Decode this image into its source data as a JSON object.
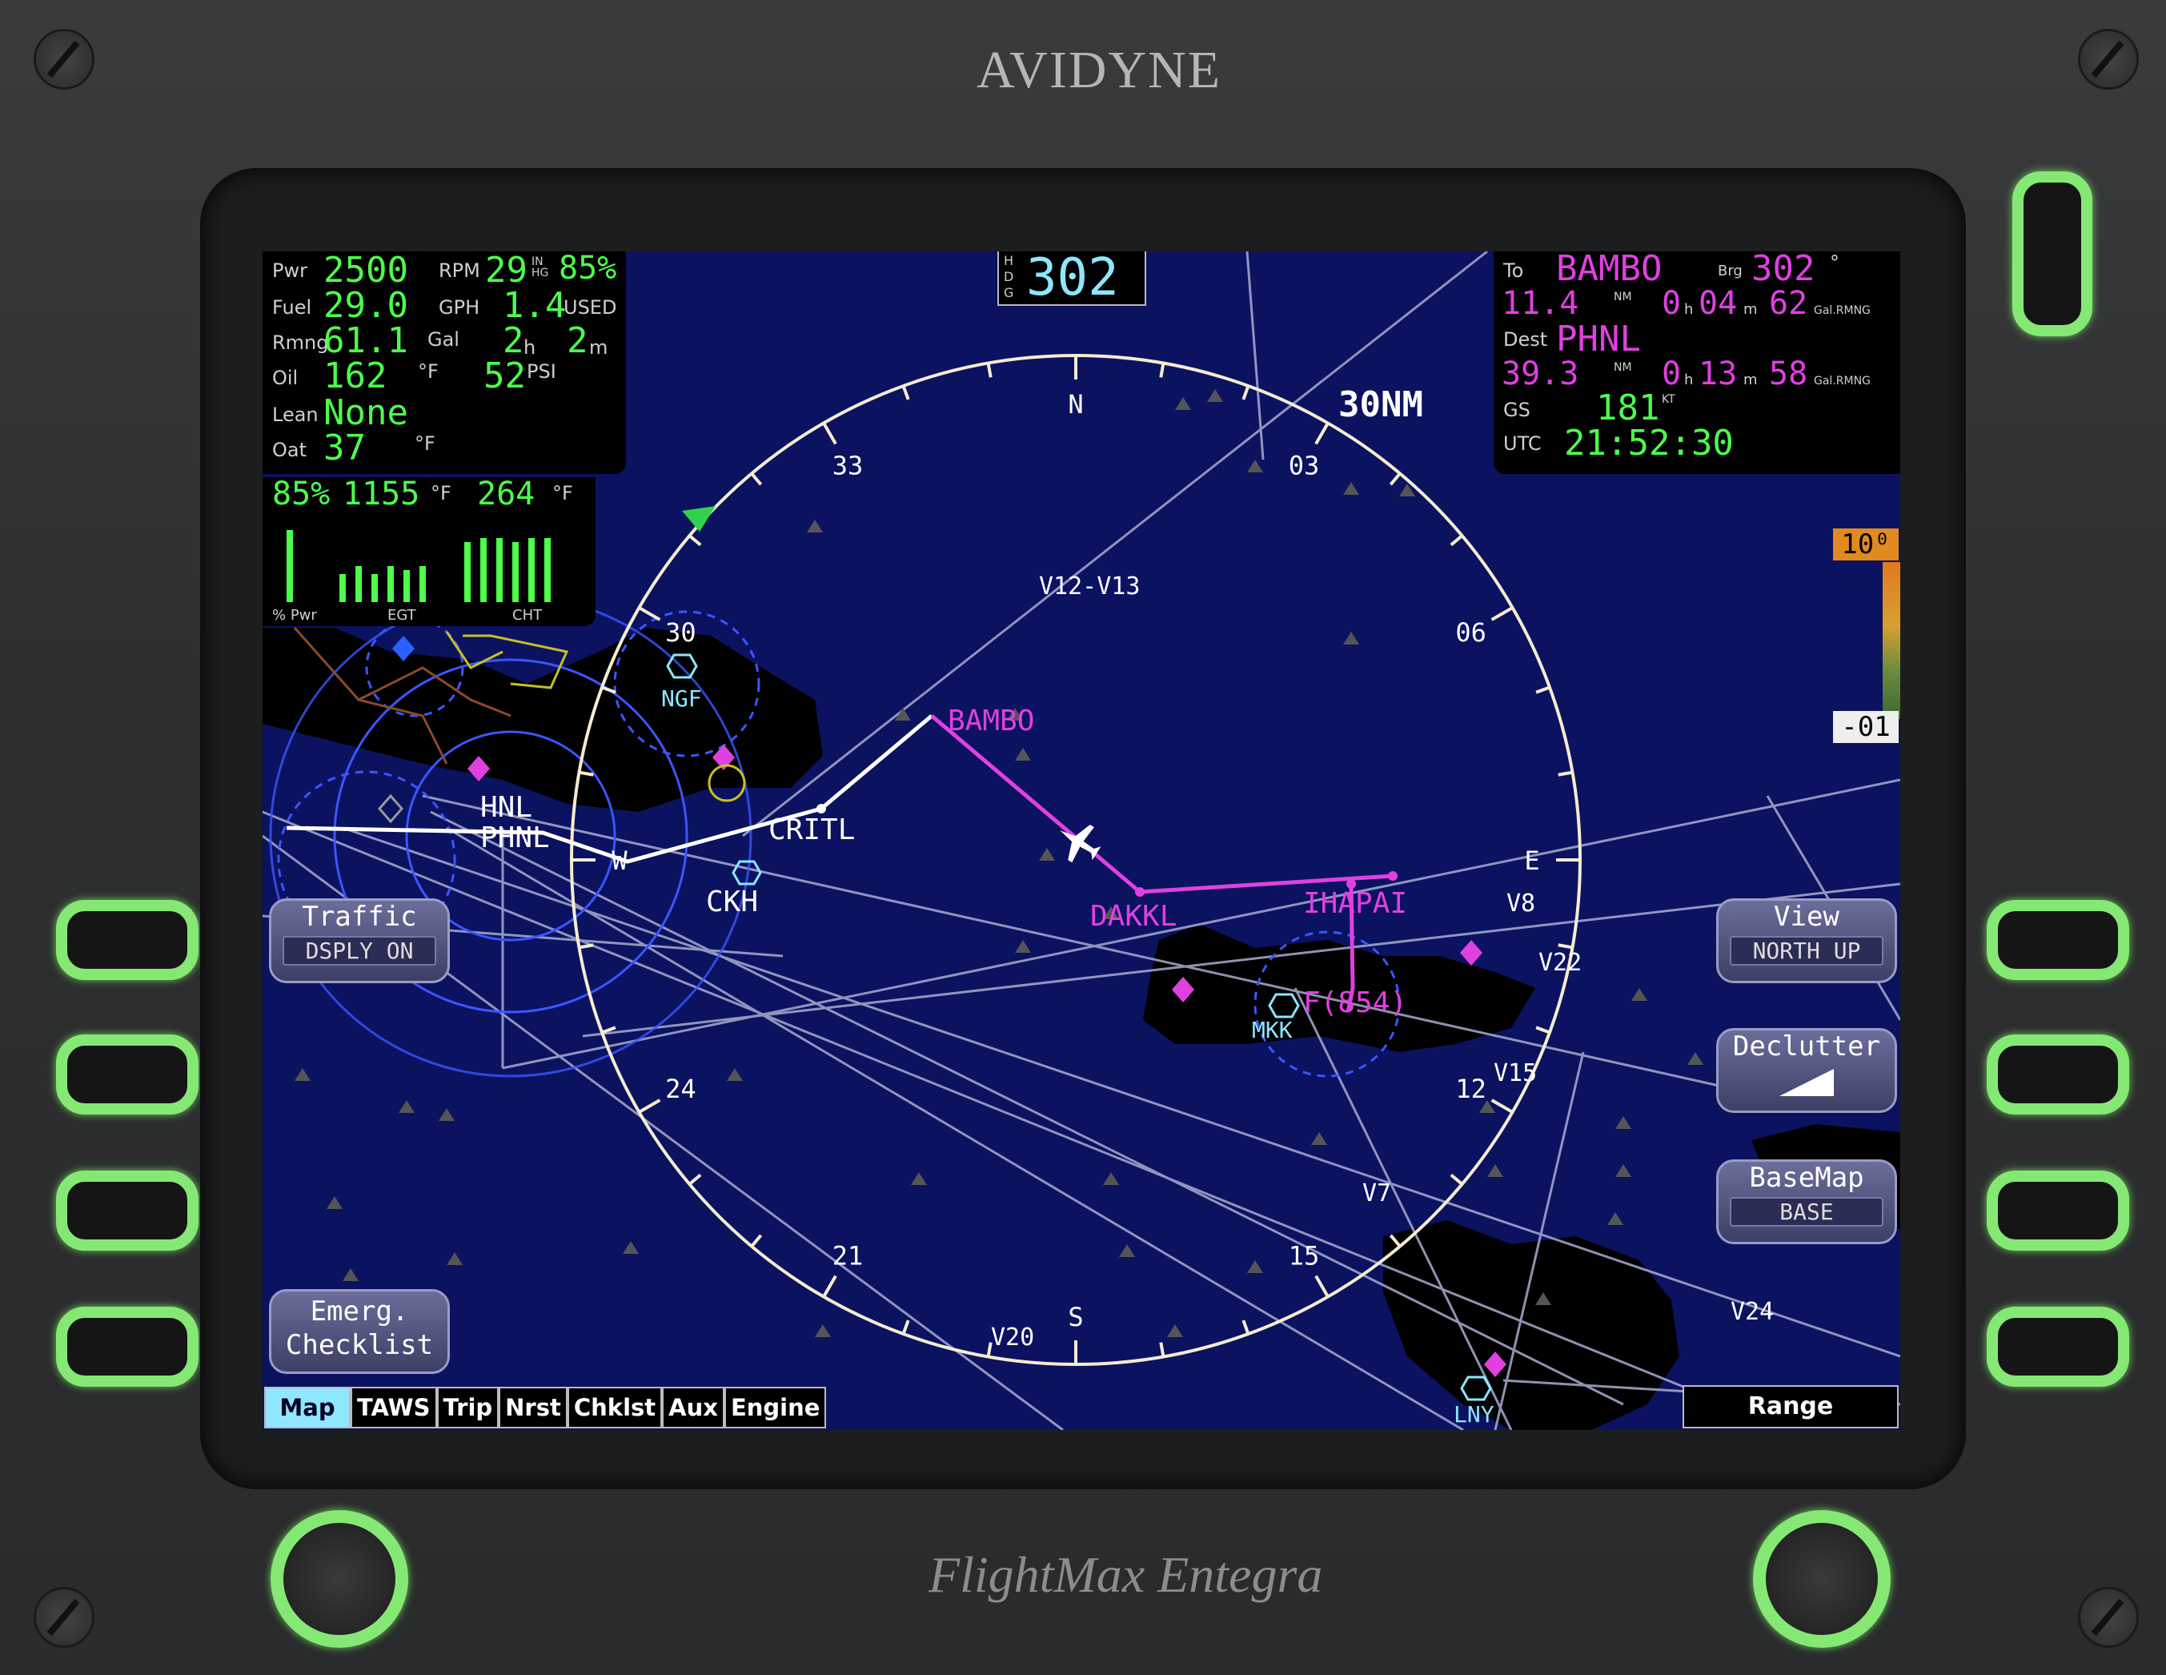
{
  "device": {
    "logo": "AVIDYNE",
    "brand": "FlightMax Entegra"
  },
  "engine": {
    "pwr_label": "Pwr",
    "pwr": "2500",
    "rpm_label": "RPM",
    "map": "29",
    "map_unit": "IN HG",
    "pwr_pct": "85%",
    "fuel_label": "Fuel",
    "fuel": "29.0",
    "gph_label": "GPH",
    "used": "1.4",
    "used_label": "USED",
    "rmng_label": "Rmng",
    "rmng": "61.1",
    "gal_label": "Gal",
    "rmng_h": "2",
    "h_label": "h",
    "rmng_m": "2",
    "m_label": "m",
    "oil_label": "Oil",
    "oil_temp": "162",
    "oil_unit": "°F",
    "oil_psi": "52",
    "psi_label": "PSI",
    "lean_label": "Lean",
    "lean": "None",
    "oat_label": "Oat",
    "oat": "37",
    "oat_unit": "°F",
    "bars_pct": "85%",
    "egt": "1155",
    "egt_unit": "°F",
    "cht": "264",
    "cht_unit": "°F",
    "bar_labels": {
      "pwr": "% Pwr",
      "egt": "EGT",
      "cht": "CHT"
    },
    "bar_levels": {
      "pwr": 0.9,
      "egt": [
        0.35,
        0.45,
        0.35,
        0.45,
        0.4,
        0.45
      ],
      "cht": [
        0.75,
        0.8,
        0.8,
        0.75,
        0.8,
        0.8
      ]
    }
  },
  "heading": {
    "label": "HDG",
    "value": "302"
  },
  "nav": {
    "to_label": "To",
    "to": "BAMBO",
    "brg_label": "Brg",
    "brg": "302",
    "deg": "°",
    "to_dist": "11.4",
    "nm_label": "NM",
    "to_h": "0",
    "h": "h",
    "to_m": "04",
    "m": "m",
    "to_fuel": "62",
    "fuel_label": "Gal.RMNG",
    "dest_label": "Dest",
    "dest": "PHNL",
    "dest_dist": "39.3",
    "dest_h": "0",
    "dest_m": "13",
    "dest_fuel": "58",
    "gs_label": "GS",
    "gs": "181",
    "kt_label": "KT",
    "utc_label": "UTC",
    "utc": "21:52:30"
  },
  "terrain_scale": {
    "top": "10⁰",
    "bottom": "-01"
  },
  "map": {
    "range_ring": "30NM",
    "compass": [
      "N",
      "03",
      "06",
      "E",
      "12",
      "15",
      "S",
      "21",
      "24",
      "W",
      "30",
      "33"
    ],
    "airways": [
      "V12-V13",
      "V8",
      "V22",
      "V15",
      "V7",
      "V24",
      "V20"
    ],
    "waypoints": {
      "bambo": "BAMBO",
      "critl": "CRITL",
      "ckh": "CKH",
      "dakkl": "DAKKL",
      "ihapai": "IHAPAI",
      "f854": "F(854)",
      "hnl": "HNL",
      "phnl": "PHNL",
      "ngf": "NGF",
      "mkk": "MKK",
      "lny": "LNY"
    }
  },
  "softkeys": {
    "traffic": {
      "label": "Traffic",
      "value": "DSPLY ON"
    },
    "checklist": {
      "line1": "Emerg.",
      "line2": "Checklist"
    },
    "view": {
      "label": "View",
      "value": "NORTH UP"
    },
    "declutter": {
      "label": "Declutter"
    },
    "basemap": {
      "label": "BaseMap",
      "value": "BASE"
    }
  },
  "tabs": [
    "Map",
    "TAWS",
    "Trip",
    "Nrst",
    "Chklst",
    "Aux",
    "Engine"
  ],
  "range_label": "Range"
}
